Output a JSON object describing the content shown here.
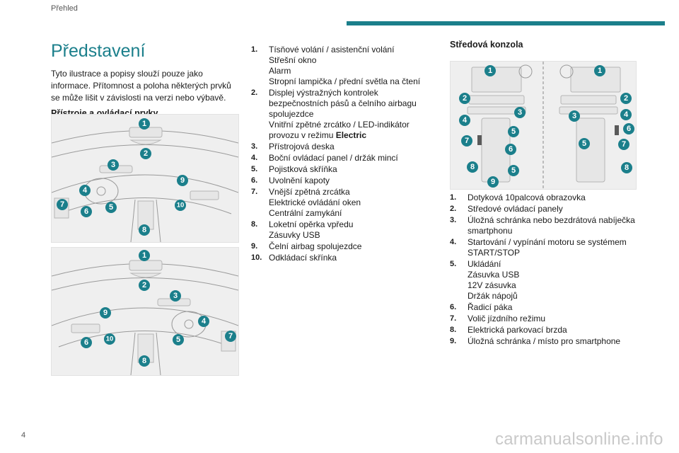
{
  "header": {
    "section": "Přehled"
  },
  "page": {
    "number": "4"
  },
  "watermark": "carmanualsonline.info",
  "left": {
    "title": "Představení",
    "intro": "Tyto ilustrace a popisy slouží pouze jako informace. Přítomnost a poloha některých prvků se může lišit v závislosti na verzi nebo výbavě.",
    "subheading": "Přístroje a ovládací prvky"
  },
  "figure_top": {
    "badges": [
      "1",
      "2",
      "3",
      "4",
      "5",
      "6",
      "7",
      "8",
      "9",
      "10"
    ]
  },
  "figure_bottom": {
    "badges": [
      "1",
      "2",
      "3",
      "4",
      "5",
      "6",
      "7",
      "8",
      "9",
      "10"
    ]
  },
  "figure_console": {
    "badges": [
      "1",
      "1",
      "2",
      "2",
      "3",
      "3",
      "4",
      "4",
      "5",
      "5",
      "5",
      "6",
      "6",
      "7",
      "7",
      "8",
      "8",
      "9"
    ]
  },
  "instruments": [
    {
      "num": "1.",
      "lines": [
        "Tísňové volání / asistenční volání",
        "Střešní okno",
        "Alarm",
        "Stropní lampička / přední světla na čtení"
      ]
    },
    {
      "num": "2.",
      "lines": [
        "Displej výstražných kontrolek bezpečnostních pásů a čelního airbagu spolujezdce",
        "Vnitřní zpětné zrcátko / LED-indikátor provozu v režimu "
      ],
      "bold_tail": "Electric"
    },
    {
      "num": "3.",
      "lines": [
        "Přístrojová deska"
      ]
    },
    {
      "num": "4.",
      "lines": [
        "Boční ovládací panel / držák mincí"
      ]
    },
    {
      "num": "5.",
      "lines": [
        "Pojistková skříňka"
      ]
    },
    {
      "num": "6.",
      "lines": [
        "Uvolnění kapoty"
      ]
    },
    {
      "num": "7.",
      "lines": [
        "Vnější zpětná zrcátka",
        "Elektrické ovládání oken",
        "Centrální zamykání"
      ]
    },
    {
      "num": "8.",
      "lines": [
        "Loketní opěrka vpředu",
        "Zásuvky USB"
      ]
    },
    {
      "num": "9.",
      "lines": [
        "Čelní airbag spolujezdce"
      ]
    },
    {
      "num": "10.",
      "lines": [
        "Odkládací skřínka"
      ]
    }
  ],
  "console": {
    "heading": "Středová konzola",
    "items": [
      {
        "num": "1.",
        "lines": [
          "Dotyková 10palcová obrazovka"
        ]
      },
      {
        "num": "2.",
        "lines": [
          "Středové ovládací panely"
        ]
      },
      {
        "num": "3.",
        "lines": [
          "Úložná schránka nebo bezdrátová nabíječka smartphonu"
        ]
      },
      {
        "num": "4.",
        "lines": [
          "Startování / vypínání motoru se systémem START/STOP"
        ]
      },
      {
        "num": "5.",
        "lines": [
          "Ukládání",
          "Zásuvka USB",
          "12V zásuvka",
          "Držák nápojů"
        ]
      },
      {
        "num": "6.",
        "lines": [
          "Řadicí páka"
        ]
      },
      {
        "num": "7.",
        "lines": [
          "Volič jízdního režimu"
        ]
      },
      {
        "num": "8.",
        "lines": [
          "Elektrická parkovací brzda"
        ]
      },
      {
        "num": "9.",
        "lines": [
          "Úložná schránka / místo pro smartphone"
        ]
      }
    ]
  }
}
